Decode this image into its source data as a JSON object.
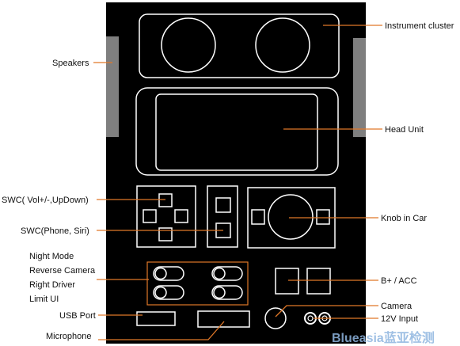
{
  "colors": {
    "panel": "#000000",
    "outline": "#ffffff",
    "speaker": "#7f7f7f",
    "leader": "#e07828",
    "label_text": "#111111",
    "watermark": "#8fb6e0"
  },
  "labels": {
    "instrument_cluster": "Instrument cluster",
    "speakers": "Speakers",
    "head_unit": "Head Unit",
    "swc_vol": "SWC( Vol+/-,UpDown)",
    "swc_phone": "SWC(Phone, Siri)",
    "knob": "Knob in Car",
    "night_mode": "Night Mode",
    "reverse_camera": "Reverse Camera",
    "right_driver": "Right Driver",
    "limit_ui": "Limit UI",
    "b_acc": "B+ / ACC",
    "camera": "Camera",
    "usb_port": "USB Port",
    "v12_input": "12V Input",
    "microphone": "Microphone"
  },
  "watermark": "Blueasia蓝亚检测"
}
